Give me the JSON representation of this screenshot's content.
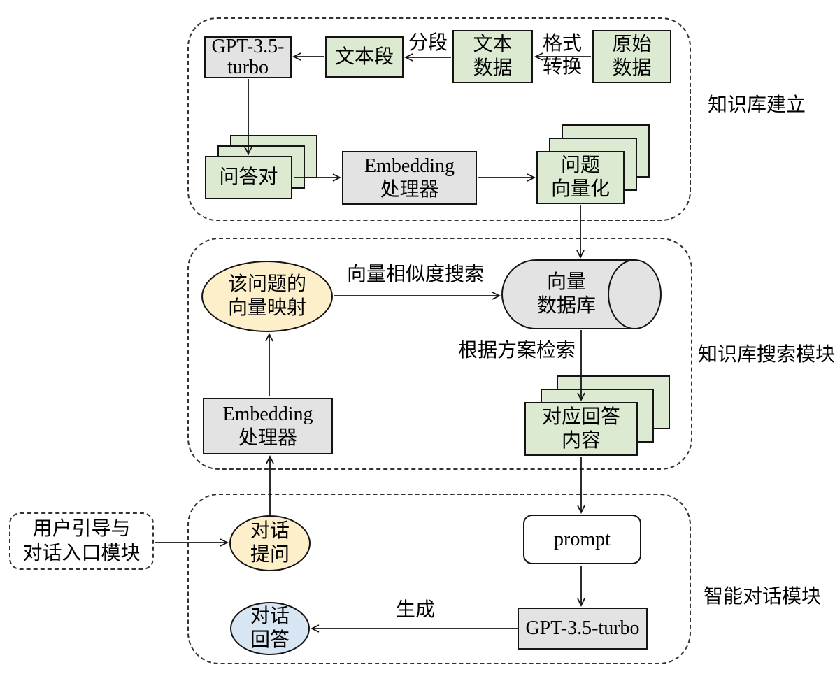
{
  "sections": {
    "knowledge_build": {
      "label": "知识库建立"
    },
    "knowledge_search": {
      "label": "知识库搜索模块"
    },
    "smart_dialog": {
      "label": "智能对话模块"
    }
  },
  "nodes": {
    "gpt_turbo_top": {
      "line1": "GPT-3.5-",
      "line2": "turbo"
    },
    "text_segment": {
      "label": "文本段"
    },
    "text_data": {
      "line1": "文本",
      "line2": "数据"
    },
    "raw_data": {
      "line1": "原始",
      "line2": "数据"
    },
    "qa_pairs": {
      "label": "问答对"
    },
    "embedding_processor_1": {
      "line1": "Embedding",
      "line2": "处理器"
    },
    "question_vectorization": {
      "line1": "问题",
      "line2": "向量化"
    },
    "question_vector_mapping": {
      "line1": "该问题的",
      "line2": "向量映射"
    },
    "vector_database": {
      "line1": "向量",
      "line2": "数据库"
    },
    "embedding_processor_2": {
      "line1": "Embedding",
      "line2": "处理器"
    },
    "matched_answer_content": {
      "line1": "对应回答",
      "line2": "内容"
    },
    "user_guide_entry": {
      "line1": "用户引导与",
      "line2": "对话入口模块"
    },
    "dialog_question": {
      "line1": "对话",
      "line2": "提问"
    },
    "prompt": {
      "label": "prompt"
    },
    "gpt_turbo_bottom": {
      "label": "GPT-3.5-turbo"
    },
    "dialog_answer": {
      "line1": "对话",
      "line2": "回答"
    }
  },
  "edge_labels": {
    "segmentation": "分段",
    "format_conversion_line1": "格式",
    "format_conversion_line2": "转换",
    "vector_similarity_search": "向量相似度搜索",
    "retrieval_by_plan": "根据方案检索",
    "generate": "生成"
  },
  "colors": {
    "green": "#dcead2",
    "gray": "#e3e3e3",
    "yellow": "#fdefca",
    "blue": "#d8e6f3",
    "border": "#141414",
    "dash": "#333333",
    "bg": "#ffffff"
  }
}
